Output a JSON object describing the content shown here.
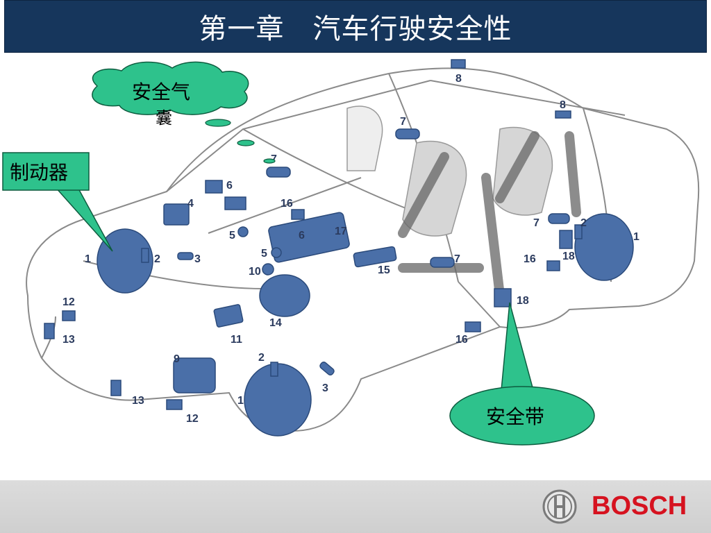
{
  "title": "第一章　汽车行驶安全性",
  "callouts": {
    "airbag": {
      "line1": "安全气",
      "line2": "囊"
    },
    "brake": "制动器",
    "seatbelt": "安全带"
  },
  "part_numbers": [
    "8",
    "8",
    "7",
    "7",
    "6",
    "4",
    "16",
    "5",
    "6",
    "17",
    "5",
    "1",
    "2",
    "3",
    "10",
    "15",
    "7",
    "16",
    "18",
    "7",
    "2",
    "1",
    "12",
    "13",
    "14",
    "11",
    "9",
    "2",
    "3",
    "1",
    "13",
    "12",
    "16",
    "18"
  ],
  "brand": {
    "name": "BOSCH",
    "icon": "bosch-armature-icon",
    "color": "#d6121f"
  },
  "colors": {
    "title_bg": "#16365c",
    "callout_fill": "#2ec28c",
    "part_blue": "#4a6fa8"
  }
}
